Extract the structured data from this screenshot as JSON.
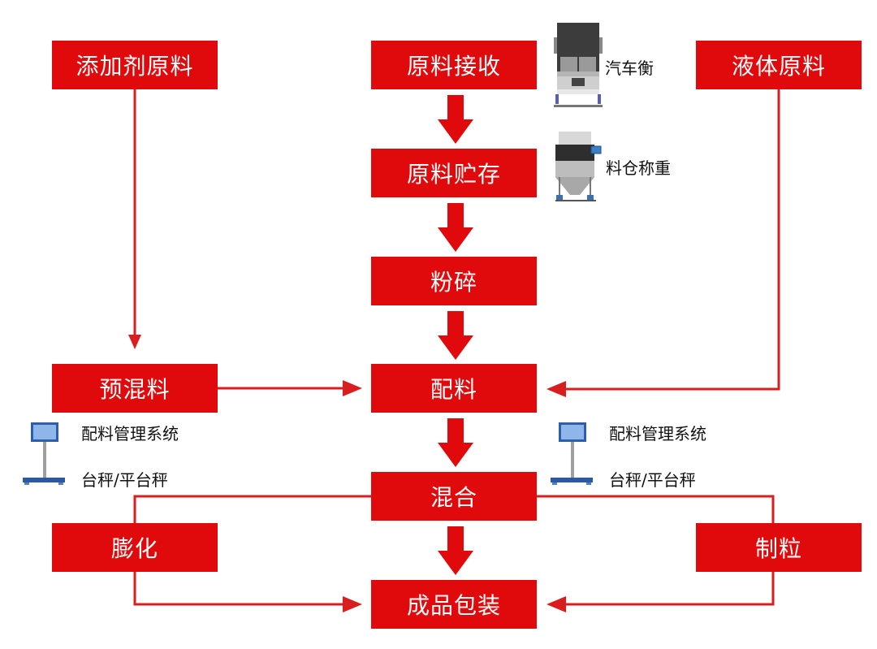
{
  "diagram": {
    "title": "",
    "colors": {
      "box": "#e00a0c",
      "connector": "#d81e1e",
      "text_on_box": "#ffffff",
      "annotation_text": "#111111"
    },
    "nodes": {
      "additive": "添加剂原料",
      "receiving": "原料接收",
      "liquid": "液体原料",
      "storage": "原料贮存",
      "grinding": "粉碎",
      "premix": "预混料",
      "batching": "配料",
      "mixing": "混合",
      "extrusion": "膨化",
      "pelleting": "制粒",
      "packaging": "成品包装"
    },
    "annotations": {
      "truck_scale": "汽车衡",
      "silo_weighing": "料仓称重",
      "left_system": "配料管理系统",
      "left_scale": "台秤/平台秤",
      "right_system": "配料管理系统",
      "right_scale": "台秤/平台秤"
    },
    "edges": [
      {
        "from": "原料接收",
        "to": "原料贮存",
        "style": "thick"
      },
      {
        "from": "原料贮存",
        "to": "粉碎",
        "style": "thick"
      },
      {
        "from": "粉碎",
        "to": "配料",
        "style": "thick"
      },
      {
        "from": "配料",
        "to": "混合",
        "style": "thick"
      },
      {
        "from": "混合",
        "to": "成品包装",
        "style": "thick"
      },
      {
        "from": "添加剂原料",
        "to": "预混料",
        "style": "thin"
      },
      {
        "from": "预混料",
        "to": "配料",
        "style": "thin"
      },
      {
        "from": "液体原料",
        "to": "配料",
        "style": "thin"
      },
      {
        "from": "混合",
        "to": "膨化",
        "style": "thin"
      },
      {
        "from": "膨化",
        "to": "成品包装",
        "style": "thin"
      },
      {
        "from": "混合",
        "to": "制粒",
        "style": "thin"
      },
      {
        "from": "制粒",
        "to": "成品包装",
        "style": "thin"
      }
    ]
  }
}
